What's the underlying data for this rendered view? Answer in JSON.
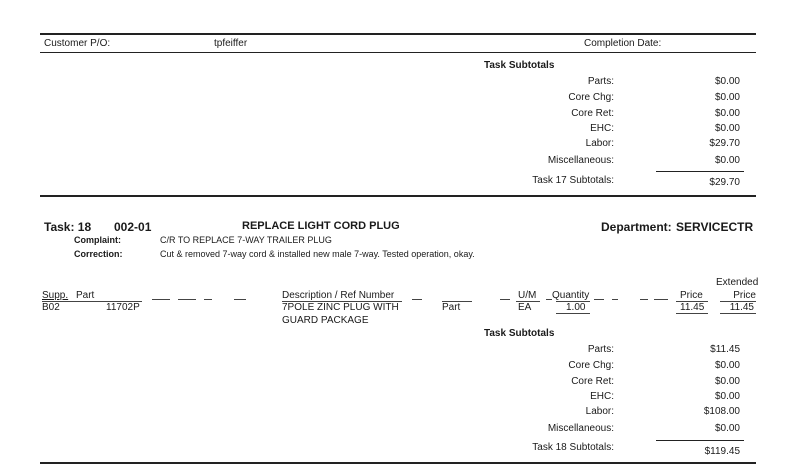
{
  "header": {
    "customer_po_label": "Customer P/O:",
    "customer_po_value": "tpfeiffer",
    "completion_date_label": "Completion Date:"
  },
  "task17": {
    "subtotals_title": "Task Subtotals",
    "rows": [
      {
        "label": "Parts:",
        "value": "$0.00"
      },
      {
        "label": "Core Chg:",
        "value": "$0.00"
      },
      {
        "label": "Core Ret:",
        "value": "$0.00"
      },
      {
        "label": "EHC:",
        "value": "$0.00"
      },
      {
        "label": "Labor:",
        "value": "$29.70"
      },
      {
        "label": "Miscellaneous:",
        "value": "$0.00"
      }
    ],
    "total_label": "Task 17 Subtotals:",
    "total_value": "$29.70"
  },
  "task18": {
    "task_label": "Task: 18",
    "task_code": "002-01",
    "task_title": "REPLACE LIGHT CORD PLUG",
    "department_label": "Department:",
    "department_value": "SERVICECTR",
    "complaint_label": "Complaint:",
    "complaint_text": "C/R TO REPLACE 7-WAY TRAILER PLUG",
    "correction_label": "Correction:",
    "correction_text": "Cut & removed 7-way cord & installed new male 7-way. Tested operation, okay.",
    "columns": {
      "supp": "Supp.",
      "part": "Part",
      "description": "Description / Ref Number",
      "um": "U/M",
      "quantity": "Quantity",
      "price": "Price",
      "extended_top": "Extended",
      "extended_bottom": "Price"
    },
    "line_item": {
      "supp": "B02",
      "part": "11702P",
      "description_1": "7POLE ZINC PLUG WITH",
      "description_2": "GUARD PACKAGE",
      "type": "Part",
      "um": "EA",
      "quantity": "1.00",
      "price": "11.45",
      "extended": "11.45"
    },
    "subtotals_title": "Task Subtotals",
    "rows": [
      {
        "label": "Parts:",
        "value": "$11.45"
      },
      {
        "label": "Core Chg:",
        "value": "$0.00"
      },
      {
        "label": "Core Ret:",
        "value": "$0.00"
      },
      {
        "label": "EHC:",
        "value": "$0.00"
      },
      {
        "label": "Labor:",
        "value": "$108.00"
      },
      {
        "label": "Miscellaneous:",
        "value": "$0.00"
      }
    ],
    "total_label": "Task 18 Subtotals:",
    "total_value": "$119.45"
  }
}
